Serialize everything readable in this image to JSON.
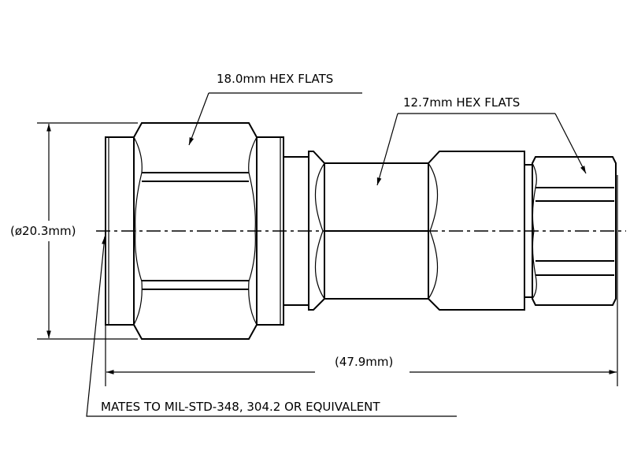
{
  "drawing": {
    "labels": {
      "hex_large": "18.0mm  HEX  FLATS",
      "hex_small": "12.7mm  HEX  FLATS",
      "diameter": "(ø20.3mm)",
      "length": "(47.9mm)",
      "mates": "MATES  TO  MIL-STD-348,  304.2  OR  EQUIVALENT"
    },
    "colors": {
      "line": "#000000",
      "background": "#ffffff"
    }
  }
}
